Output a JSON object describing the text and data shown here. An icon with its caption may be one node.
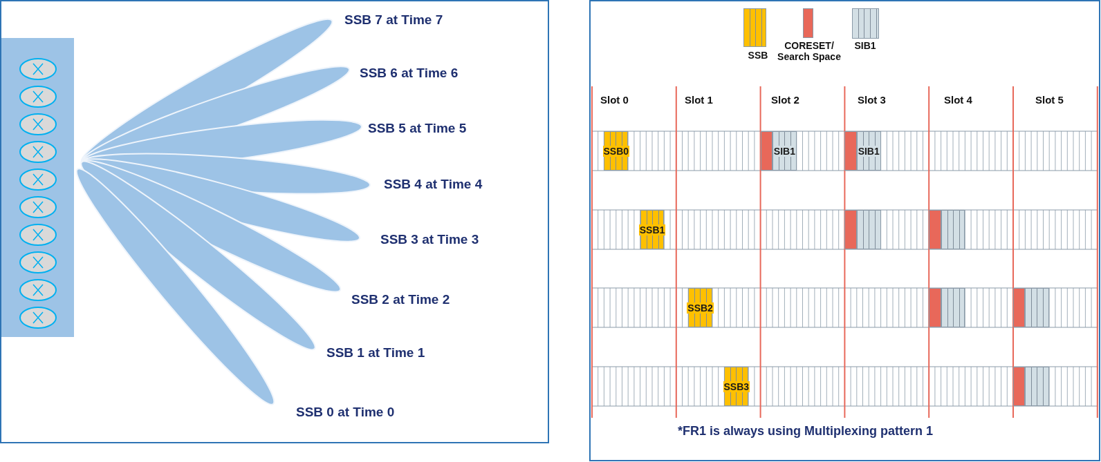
{
  "diagram": {
    "nodes": [
      {
        "text": [
          "SSB0"
        ]
      },
      {
        "text": [
          "SSB1"
        ]
      },
      {
        "text": [
          "SSB2"
        ]
      },
      {
        "text": [
          "SSB3"
        ]
      },
      {
        "text": [
          "SIB1"
        ]
      },
      {
        "text": [
          "SIB1"
        ]
      },
      {
        "text": [],
        "shape": "box"
      },
      {
        "text": [],
        "shape": "box"
      },
      {
        "text": [],
        "shape": "box"
      },
      {
        "text": [],
        "shape": "box"
      },
      {
        "text": [],
        "shape": "box"
      },
      {
        "text": [],
        "shape": "bar"
      },
      {
        "text": [],
        "shape": "bar"
      },
      {
        "text": [],
        "shape": "bar"
      },
      {
        "text": [],
        "shape": "bar"
      },
      {
        "text": [],
        "shape": "bar"
      },
      {
        "text": [],
        "shape": "bar"
      },
      {
        "text": [],
        "shape": "bar"
      }
    ],
    "labels": [
      "SSB 7 at Time 7",
      "SSB 6 at Time 6",
      "SSB 5 at Time 5",
      "SSB 4 at Time 4",
      "SSB 3 at Time 3",
      "SSB 2 at Time 2",
      "SSB 1 at Time 1",
      "SSB 0 at Time 0",
      "Slot 0",
      "Slot 1",
      "Slot 2",
      "Slot 3",
      "Slot 4",
      "Slot 5",
      "*FR1 is always using Multiplexing pattern 1"
    ],
    "legend": [
      {
        "text": "SSB",
        "color": "#ffc000"
      },
      {
        "text": "CORESET/ Search Space",
        "color": "#e8685a"
      },
      {
        "text": "SIB1",
        "color": "#d3dfe5"
      }
    ]
  }
}
